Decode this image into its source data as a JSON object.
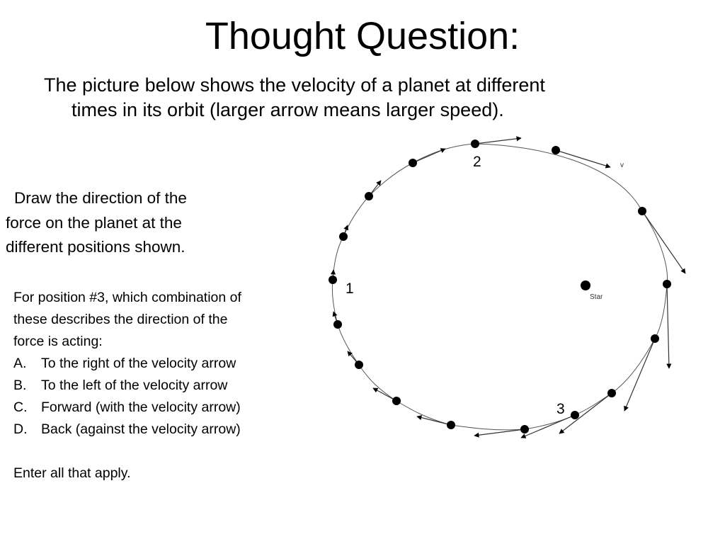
{
  "title": "Thought Question:",
  "subtitle": {
    "line1": "The picture below shows the velocity of a planet at different",
    "line2": "times in its orbit (larger arrow means larger speed)."
  },
  "instruction": {
    "line1": "Draw the direction of the",
    "line2": "force on the planet at the",
    "line3": "different positions shown."
  },
  "question": {
    "prompt_line1": "For position #3, which combination of",
    "prompt_line2": "these describes the direction of the",
    "prompt_line3": "force is acting:",
    "options": [
      {
        "letter": "A.",
        "text": "To the right of the velocity arrow"
      },
      {
        "letter": "B.",
        "text": "To the left of the velocity arrow"
      },
      {
        "letter": "C.",
        "text": "Forward (with the velocity arrow)"
      },
      {
        "letter": "D.",
        "text": "Back (against the velocity arrow)"
      }
    ],
    "footer": "Enter all that apply."
  },
  "diagram": {
    "labels": {
      "position_1": "1",
      "position_2": "2",
      "position_3": "3",
      "velocity": "v",
      "star": "Star"
    }
  }
}
